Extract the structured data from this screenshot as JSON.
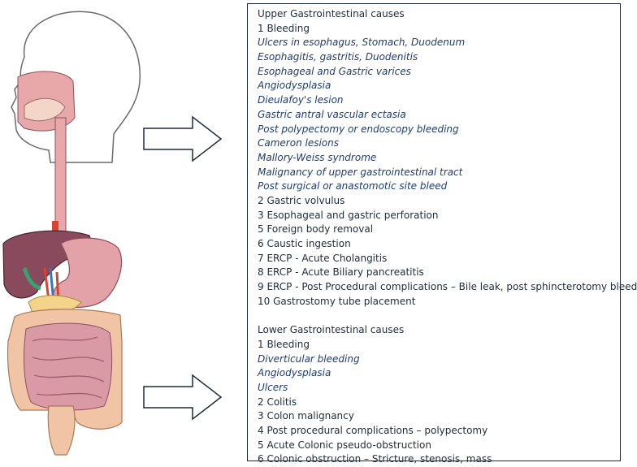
{
  "upper": {
    "heading": "Upper Gastrointestinal causes",
    "items": [
      {
        "text": "1 Bleeding",
        "italic": false
      },
      {
        "text": "Ulcers in esophagus, Stomach, Duodenum",
        "italic": true
      },
      {
        "text": "Esophagitis, gastritis, Duodenitis",
        "italic": true
      },
      {
        "text": "Esophageal and Gastric varices",
        "italic": true
      },
      {
        "text": "Angiodysplasia",
        "italic": true
      },
      {
        "text": "Dieulafoy's lesion",
        "italic": true
      },
      {
        "text": "Gastric antral vascular ectasia",
        "italic": true
      },
      {
        "text": "Post polypectomy or endoscopy bleeding",
        "italic": true
      },
      {
        "text": "Cameron lesions",
        "italic": true
      },
      {
        "text": "Mallory-Weiss syndrome",
        "italic": true
      },
      {
        "text": "Malignancy of upper gastrointestinal tract",
        "italic": true
      },
      {
        "text": "Post surgical or anastomotic site bleed",
        "italic": true
      },
      {
        "text": "2 Gastric volvulus",
        "italic": false
      },
      {
        "text": "3 Esophageal and gastric perforation",
        "italic": false
      },
      {
        "text": "5 Foreign body removal",
        "italic": false
      },
      {
        "text": "6 Caustic ingestion",
        "italic": false
      },
      {
        "text": "7 ERCP - Acute Cholangitis",
        "italic": false
      },
      {
        "text": "8 ERCP - Acute Biliary pancreatitis",
        "italic": false
      },
      {
        "text": "9 ERCP - Post Procedural complications – Bile leak, post sphincterotomy bleed",
        "italic": false
      },
      {
        "text": "10 Gastrostomy tube placement",
        "italic": false
      }
    ]
  },
  "lower": {
    "heading": "Lower Gastrointestinal causes",
    "items": [
      {
        "text": "1 Bleeding",
        "italic": false
      },
      {
        "text": "Diverticular bleeding",
        "italic": true
      },
      {
        "text": "Angiodysplasia",
        "italic": true
      },
      {
        "text": "Ulcers",
        "italic": true
      },
      {
        "text": "2 Colitis",
        "italic": false
      },
      {
        "text": "3 Colon malignancy",
        "italic": false
      },
      {
        "text": "4 Post procedural complications – polypectomy",
        "italic": false
      },
      {
        "text": "5 Acute Colonic pseudo-obstruction",
        "italic": false
      },
      {
        "text": "6 Colonic obstruction – Stricture, stenosis, mass",
        "italic": false
      }
    ]
  },
  "colors": {
    "outline": "#1b2a3a",
    "italic_text": "#1f3d6e",
    "liver": "#8a4a5e",
    "stomach": "#e3a2a8",
    "colon": "#f2c4a6",
    "small_intestine": "#d99aa6",
    "esophagus": "#e8a7a8"
  }
}
